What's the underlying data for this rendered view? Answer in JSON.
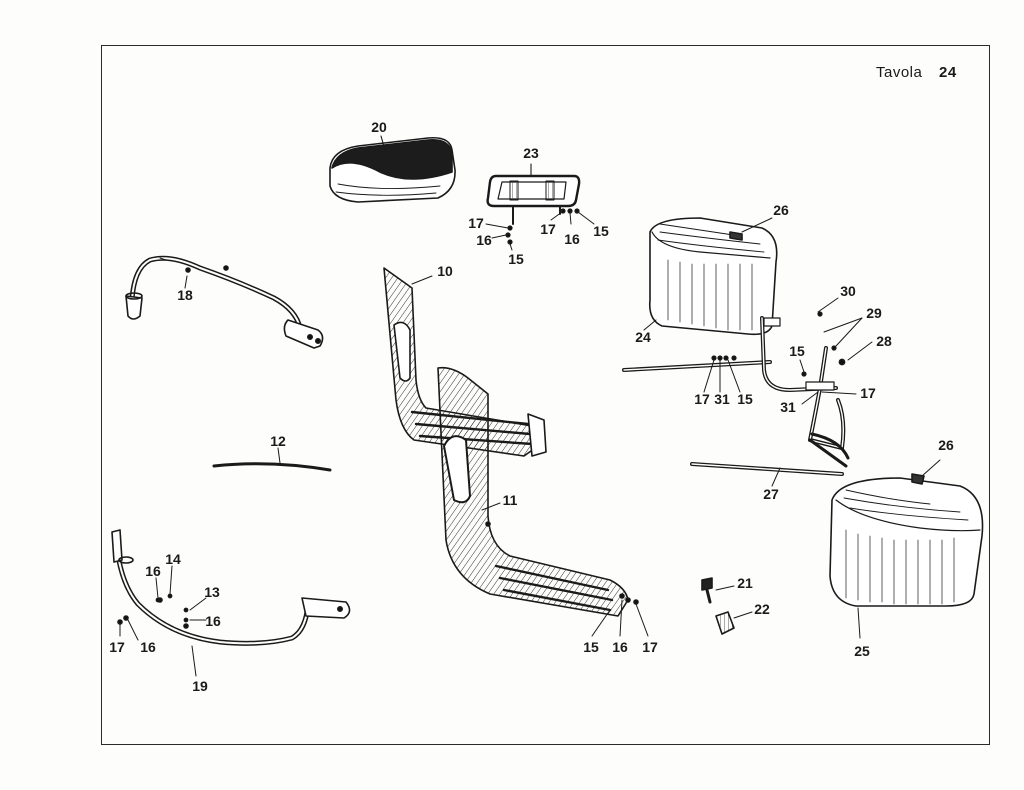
{
  "plate": {
    "label": "Tavola",
    "number": "24"
  },
  "callouts": [
    "20",
    "23",
    "17",
    "16",
    "17",
    "16",
    "15",
    "15",
    "26",
    "10",
    "18",
    "24",
    "30",
    "29",
    "28",
    "15",
    "17",
    "31",
    "15",
    "31",
    "17",
    "12",
    "11",
    "26",
    "27",
    "21",
    "22",
    "25",
    "16",
    "14",
    "13",
    "16",
    "17",
    "16",
    "19",
    "15",
    "16",
    "17"
  ]
}
